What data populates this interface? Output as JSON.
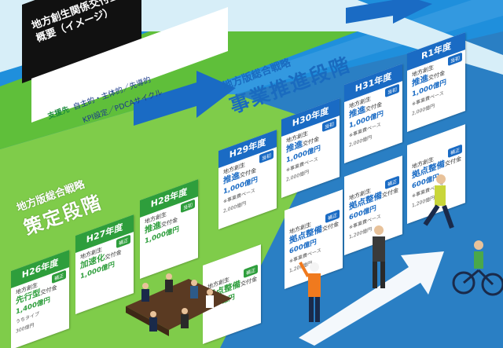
{
  "overview": {
    "title_line1": "地方創生関係交付金の",
    "title_line2": "概要（イメージ）",
    "support_label": "支援先",
    "line1": "自主的・主体的／先導的",
    "line2": "KPI設定／PDCAサイクル"
  },
  "stage_green": {
    "sub": "地方版総合戦略",
    "main": "策定段階"
  },
  "stage_blue": {
    "sub": "地方版総合戦略",
    "main": "事業推進段階"
  },
  "cards": [
    {
      "year": "H26年度",
      "prefix": "地方創生",
      "name": "先行型",
      "suffix": "交付金",
      "tag": "補正",
      "amount": "1,400億円",
      "note1": "うちタイプ",
      "note2": "300億円"
    },
    {
      "year": "H27年度",
      "prefix": "地方創生",
      "name": "加速化",
      "suffix": "交付金",
      "tag": "補正",
      "amount": "1,000億円",
      "note1": "",
      "note2": ""
    },
    {
      "year": "H28年度",
      "prefix": "地方創生",
      "name": "推進",
      "suffix": "交付金",
      "tag": "当初",
      "amount": "1,000億円",
      "note1": "",
      "note2": ""
    },
    {
      "year": "",
      "prefix": "地方創生",
      "name": "拠点整備",
      "suffix": "交付金",
      "tag": "補正",
      "amount": "900億円",
      "note1": "",
      "note2": ""
    },
    {
      "year": "H29年度",
      "prefix": "地方創生",
      "name": "推進",
      "suffix": "交付金",
      "tag": "当初",
      "amount": "1,000億円",
      "note1": "※事業費ベース",
      "note2": "2,000億円"
    },
    {
      "year": "H30年度",
      "prefix": "地方創生",
      "name": "推進",
      "suffix": "交付金",
      "tag": "当初",
      "amount": "1,000億円",
      "note1": "※事業費ベース",
      "note2": "2,000億円"
    },
    {
      "year": "H31年度",
      "prefix": "地方創生",
      "name": "推進",
      "suffix": "交付金",
      "tag": "当初",
      "amount": "1,000億円",
      "note1": "※事業費ベース",
      "note2": "2,000億円"
    },
    {
      "year": "R1年度",
      "prefix": "地方創生",
      "name": "推進",
      "suffix": "交付金",
      "tag": "当初",
      "amount": "1,000億円",
      "note1": "※事業費ベース",
      "note2": "2,000億円"
    },
    {
      "year": "",
      "prefix": "地方創生",
      "name": "拠点整備",
      "suffix": "交付金",
      "tag": "補正",
      "amount": "600億円",
      "note1": "※事業費ベース",
      "note2": "1,200億円"
    },
    {
      "year": "",
      "prefix": "地方創生",
      "name": "拠点整備",
      "suffix": "交付金",
      "tag": "補正",
      "amount": "600億円",
      "note1": "※事業費ベース",
      "note2": "1,200億円"
    },
    {
      "year": "",
      "prefix": "地方創生",
      "name": "拠点整備",
      "suffix": "交付金",
      "tag": "補正",
      "amount": "600億円",
      "note1": "※事業費ベース",
      "note2": "1,200億円"
    }
  ],
  "colors": {
    "green": "#2e9e3c",
    "blue": "#1a6bc4",
    "light_green": "#7fcc4a",
    "light_blue": "#d7eef8"
  }
}
